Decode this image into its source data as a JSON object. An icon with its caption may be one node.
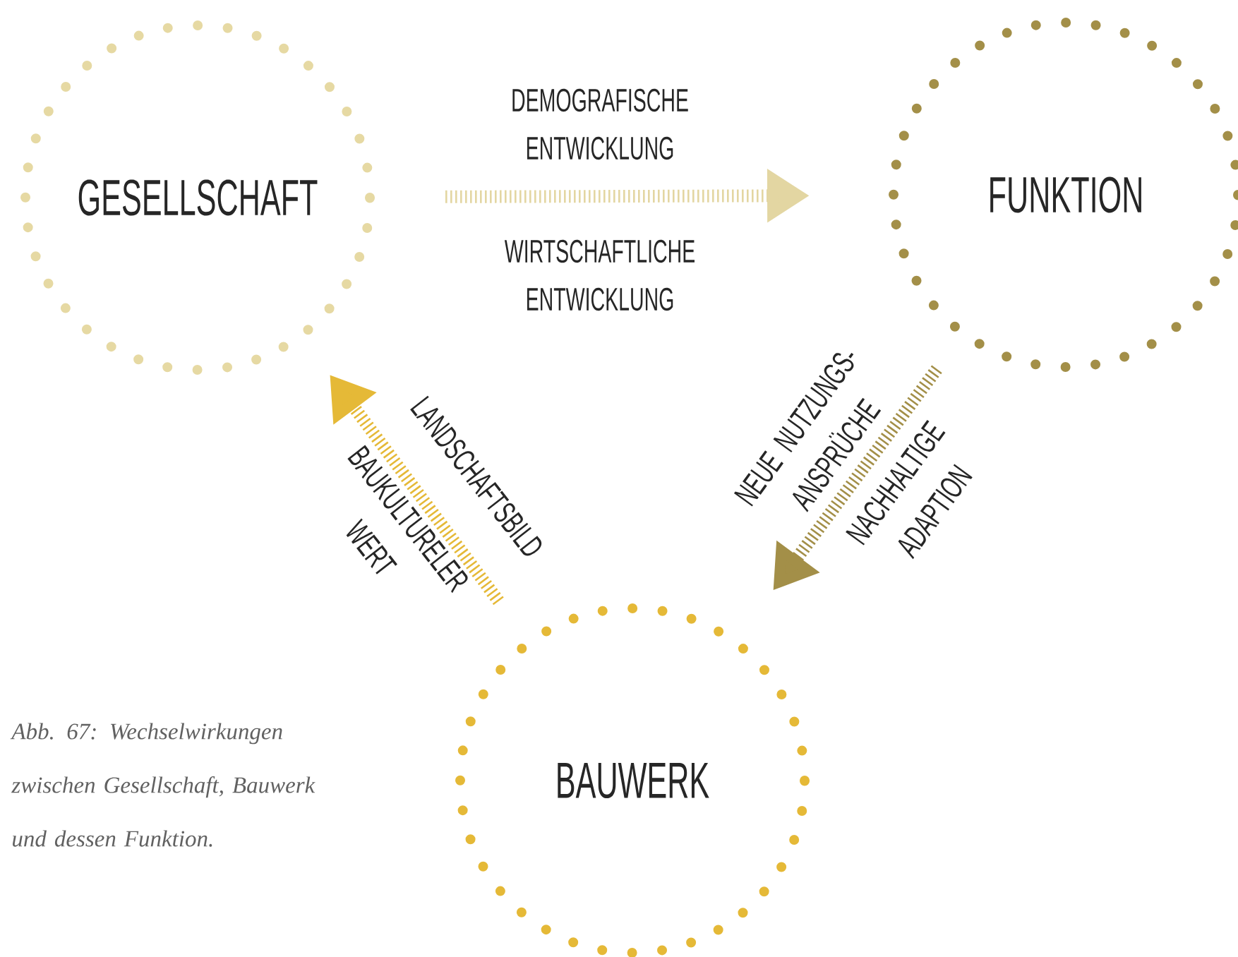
{
  "diagram": {
    "caption": "Abb. 67: Wechselwirkungen zwischen Gesellschaft, Bauwerk und dessen Funktion.",
    "nodes": [
      {
        "text": [
          "GESELLSCHAFT"
        ]
      },
      {
        "text": [
          "FUNKTION"
        ]
      },
      {
        "text": [
          "BAUWERK"
        ]
      }
    ],
    "edges": [
      {
        "from": 0,
        "to": 1,
        "arrow": "to",
        "label": "DEMOGRAFISCHE ENTWICKLUNG",
        "style": "dashed",
        "color": "#e3d6a2"
      },
      {
        "from": 1,
        "to": 2,
        "arrow": "to",
        "label": "NEUE NUTZUNGS- ANSPRÜCHE",
        "style": "dashed",
        "color": "#a38f48"
      },
      {
        "from": 2,
        "to": 0,
        "arrow": "to",
        "label": "LANDSCHAFTSBILD",
        "style": "dashed",
        "color": "#e5b937"
      }
    ],
    "labels": [
      "WIRTSCHAFTLICHE ENTWICKLUNG",
      "NACHHALTIGE ADAPTION",
      "BAUKULTURELER WERT"
    ]
  }
}
